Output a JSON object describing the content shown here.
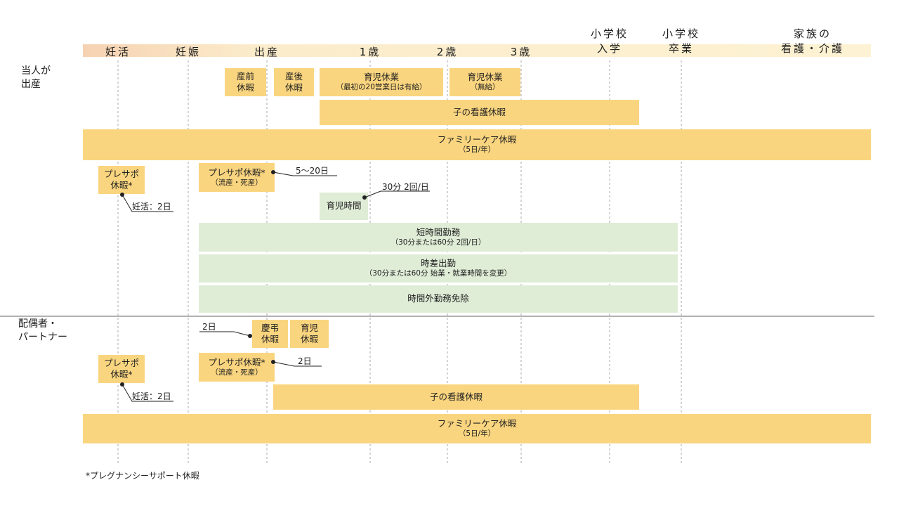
{
  "colors": {
    "orange": "#fad57f",
    "green": "#dfecd6",
    "band_left": "#f6d2b2",
    "band_right": "#fdf2d3"
  },
  "sections": {
    "self": {
      "line1": "当人が",
      "line2": "出産"
    },
    "partner": {
      "line1": "配偶者・",
      "line2": "パートナー"
    }
  },
  "stages": [
    {
      "line1": "妊活",
      "line2": ""
    },
    {
      "line1": "妊娠",
      "line2": ""
    },
    {
      "line1": "出産",
      "line2": ""
    },
    {
      "line1": "1歳",
      "line2": ""
    },
    {
      "line1": "2歳",
      "line2": ""
    },
    {
      "line1": "3歳",
      "line2": ""
    },
    {
      "line1": "小学校",
      "line2": "入学"
    },
    {
      "line1": "小学校",
      "line2": "卒業"
    },
    {
      "line1": "家族の",
      "line2": "看護・介護"
    }
  ],
  "bars": {
    "prenatal": {
      "line1": "産前",
      "line2": "休暇"
    },
    "postnatal": {
      "line1": "産後",
      "line2": "休暇"
    },
    "childcare_paid": {
      "line1": "育児休業",
      "line2": "（最初の20営業日は有給）"
    },
    "childcare_unpaid": {
      "line1": "育児休業",
      "line2": "（無給）"
    },
    "child_nursing_self": {
      "line1": "子の看護休暇"
    },
    "family_care_self": {
      "line1": "ファミリーケア休暇",
      "line2": "（5日/年）"
    },
    "presapo_self": {
      "line1": "プレサポ",
      "line2": "休暇*"
    },
    "presapo_loss_self": {
      "line1": "プレサポ休暇*",
      "line2": "（流産・死産）"
    },
    "childcare_time": {
      "line1": "育児時間"
    },
    "short_hours": {
      "line1": "短時間勤務",
      "line2": "（30分または60分 2回/日）"
    },
    "staggered_hours": {
      "line1": "時差出勤",
      "line2": "（30分または60分 始業・就業時間を変更）"
    },
    "overtime_exemption": {
      "line1": "時間外勤務免除"
    },
    "bereavement": {
      "line1": "慶弔",
      "line2": "休暇"
    },
    "childcare_partner": {
      "line1": "育児",
      "line2": "休暇"
    },
    "presapo_partner": {
      "line1": "プレサポ",
      "line2": "休暇*"
    },
    "presapo_loss_partner": {
      "line1": "プレサポ休暇*",
      "line2": "（流産・死産）"
    },
    "child_nursing_partner": {
      "line1": "子の看護休暇"
    },
    "family_care_partner": {
      "line1": "ファミリーケア休暇",
      "line2": "（5日/年）"
    }
  },
  "notes": {
    "ninkatsu_self": "妊活：2日",
    "presapo_loss_self_days": "5〜20日",
    "childcare_time_note": "30分 2回/日",
    "bereavement_days": "2日",
    "presapo_loss_partner_days": "2日",
    "ninkatsu_partner": "妊活：2日"
  },
  "footnote": "*プレグナンシーサポート休暇"
}
